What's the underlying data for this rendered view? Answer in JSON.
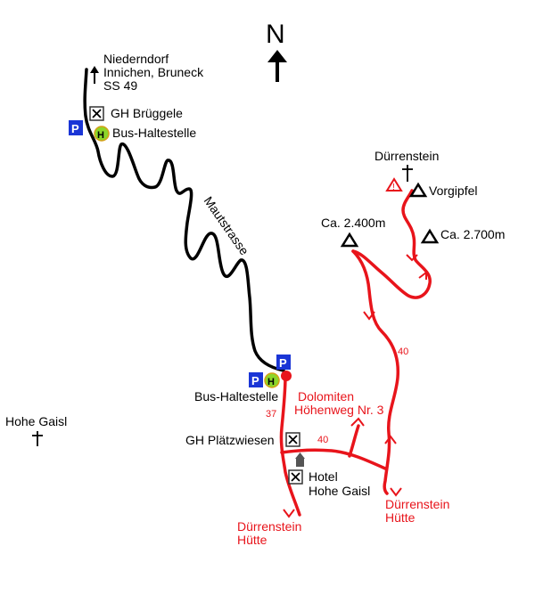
{
  "north": {
    "letter": "N"
  },
  "labels": {
    "niederdorf_1": "Niederndorf",
    "niederdorf_2": "Innichen, Bruneck",
    "niederdorf_3": "SS 49",
    "gh_bruggele": "GH Brüggele",
    "bus_top": "Bus-Haltestelle",
    "mautstrasse": "Mautstrasse",
    "durrenstein_peak": "Dürrenstein",
    "vorgipfel": "Vorgipfel",
    "ca2400": "Ca. 2.400m",
    "ca2700": "Ca. 2.700m",
    "bus_bottom": "Bus-Haltestelle",
    "hohe_gaisl_peak": "Hohe Gaisl",
    "dolomiten_1": "Dolomiten",
    "dolomiten_2": "Höhenweg Nr. 3",
    "gh_platzwiesen": "GH Plätzwiesen",
    "hotel_1": "Hotel",
    "hotel_2": "Hohe Gaisl",
    "hutte_left_1": "Dürrenstein",
    "hutte_left_2": "Hütte",
    "hutte_right_1": "Dürrenstein",
    "hutte_right_2": "Hütte",
    "trail_37": "37",
    "trail_40_a": "40",
    "trail_40_b": "40"
  },
  "symbols": {
    "parking": "P",
    "bus": "H",
    "danger": "!"
  },
  "colors": {
    "road": "#000000",
    "trail": "#e8141b",
    "parking_blue": "#1a35d6",
    "bus_green": "#8cd62a",
    "bus_ring": "#d4a017"
  }
}
